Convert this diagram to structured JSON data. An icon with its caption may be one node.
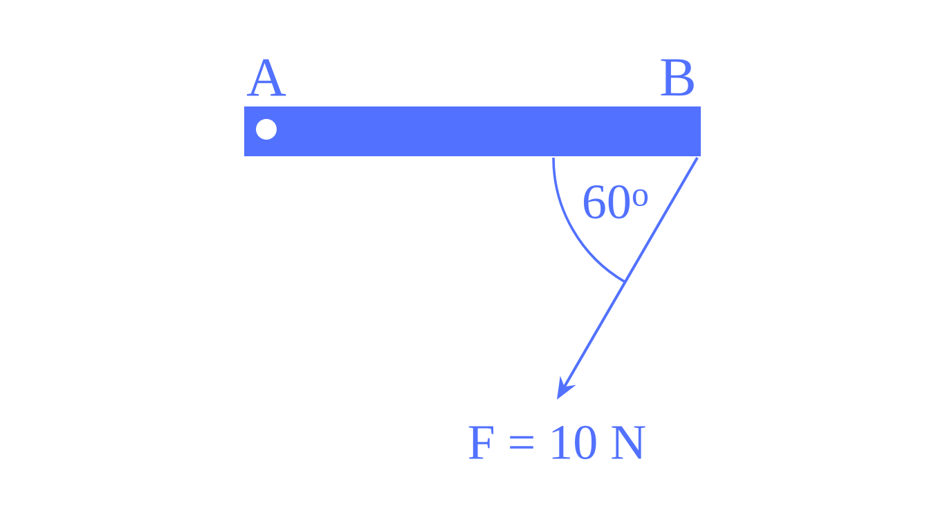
{
  "diagram": {
    "labels": [
      "A",
      "B",
      "60$^{o}$",
      "F = 10 N"
    ]
  }
}
